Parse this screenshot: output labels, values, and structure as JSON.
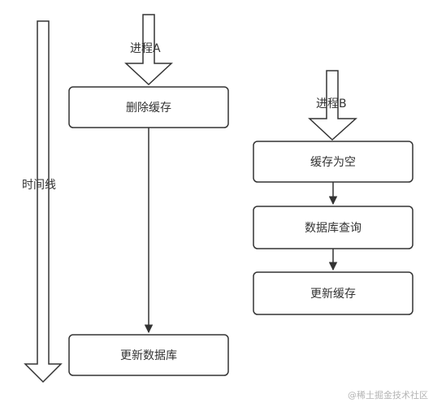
{
  "timeline": {
    "label": "时间线"
  },
  "process_a": {
    "label": "进程A",
    "steps": [
      "删除缓存",
      "更新数据库"
    ]
  },
  "process_b": {
    "label": "进程B",
    "steps": [
      "缓存为空",
      "数据库查询",
      "更新缓存"
    ]
  },
  "watermark": "@稀土掘金技术社区",
  "colors": {
    "stroke": "#333333",
    "text": "#333333",
    "watermark": "#b4b4b4",
    "background": "#ffffff"
  }
}
